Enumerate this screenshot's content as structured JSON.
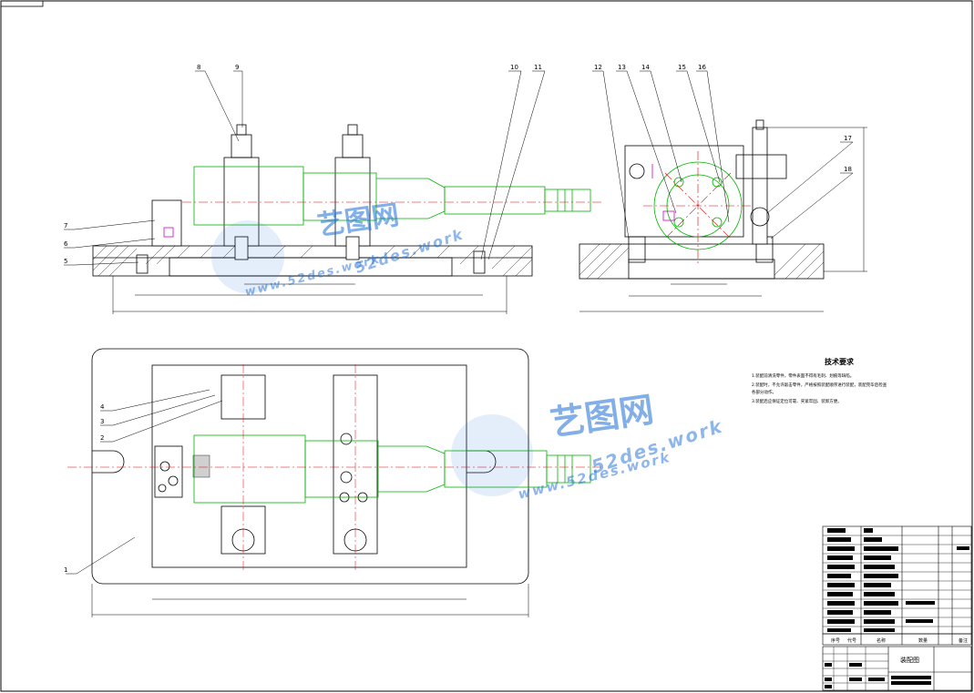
{
  "drawing": {
    "title_tab": "",
    "front_view_callouts": [
      "8",
      "9",
      "10",
      "11",
      "7",
      "6",
      "5"
    ],
    "side_view_callouts": [
      "12",
      "13",
      "14",
      "15",
      "16",
      "17",
      "18"
    ],
    "top_view_callouts": [
      "4",
      "3",
      "2",
      "1"
    ],
    "technical_notes": {
      "title": "技术要求",
      "lines": [
        "1.装配前清洗零件，零件表面不得有毛刺、划痕等缺陷。",
        "2.装配时，不允许敲击零件，严格按照装配顺序进行装配，装配完毕后检查",
        "  各部分动作。",
        "3.装配后应保证定位可靠、夹紧牢固、装卸方便。"
      ]
    },
    "watermark": {
      "cn": "艺图网",
      "en": "52des.work",
      "url": "www.52des.work"
    },
    "title_block": {
      "drawing_name": "装配图",
      "header_cols": [
        "序号",
        "代号",
        "名称",
        "数量",
        "备注"
      ]
    },
    "colors": {
      "outline": "#000000",
      "workpiece": "#00b400",
      "centerline": "#e00000",
      "highlight": "#d000d0",
      "watermark": "#1f6fd6"
    }
  }
}
